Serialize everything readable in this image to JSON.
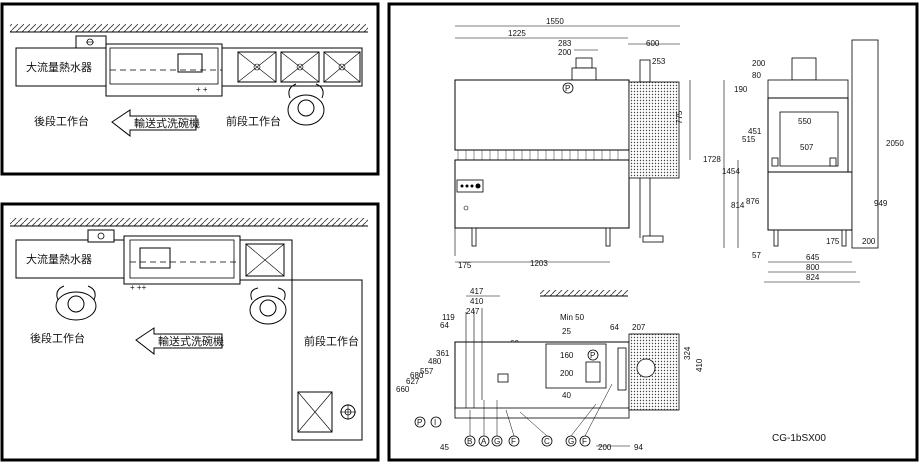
{
  "layout_top": {
    "heater_label": "大流量熱水器",
    "rear_table_label": "後段工作台",
    "front_table_label": "前段工作台",
    "conveyor_label": "輸送式洗碗機"
  },
  "layout_bottom": {
    "heater_label": "大流量熱水器",
    "rear_table_label": "後段工作台",
    "front_table_label": "前段工作台",
    "conveyor_label": "輸送式洗碗機"
  },
  "front_view": {
    "dims": {
      "w1550": "1550",
      "w1225": "1225",
      "w600": "600",
      "w283": "283",
      "w200": "200",
      "w253": "253",
      "h775": "775",
      "h1728": "1728",
      "h1454": "1454",
      "h814": "814",
      "w175": "175",
      "w1203": "1203"
    },
    "marker_p": "P"
  },
  "side_view": {
    "dims": {
      "w200": "200",
      "w80": "80",
      "h190": "190",
      "h515": "515",
      "w550": "550",
      "h451": "451",
      "w507": "507",
      "h876": "876",
      "h2050": "2050",
      "h949": "949",
      "w175": "175",
      "w200b": "200",
      "w57": "57",
      "w645": "645",
      "w800": "800",
      "w824": "824"
    }
  },
  "plan_view": {
    "dims": {
      "w417": "417",
      "w410": "410",
      "w247": "247",
      "w119": "119",
      "w64": "64",
      "h361": "361",
      "h480": "480",
      "h557": "557",
      "h627": "627",
      "h660": "660",
      "h680": "680",
      "w60": "60",
      "min50": "Min 50",
      "w25": "25",
      "h160": "160",
      "h200": "200",
      "w40": "40",
      "w64r": "64",
      "w207": "207",
      "h324": "324",
      "h410": "410",
      "w45": "45",
      "w200b": "200",
      "w94": "94"
    },
    "markers": {
      "p": "P",
      "i": "I",
      "b": "B",
      "a": "A",
      "g1": "G",
      "f1": "F",
      "c": "C",
      "g2": "G",
      "f2": "F",
      "p_box": "P"
    },
    "model_code": "CG-1bSX00"
  }
}
